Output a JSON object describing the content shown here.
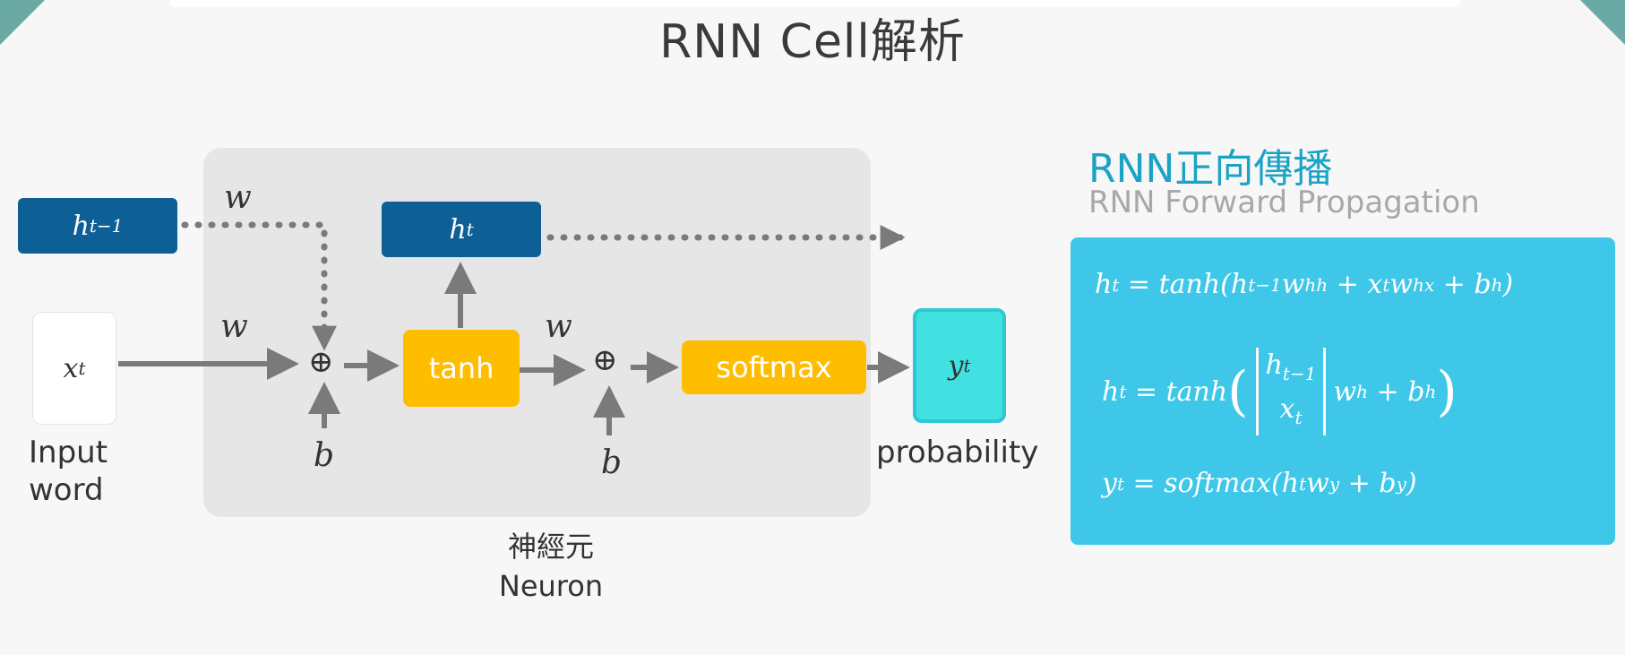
{
  "title": "RNN Cell解析",
  "diagram": {
    "h_prev": "h",
    "h_prev_sub": "t−1",
    "h_t": "h",
    "h_t_sub": "t",
    "x_t": "x",
    "x_t_sub": "t",
    "y_t": "y",
    "y_t_sub": "t",
    "w_label": "w",
    "b_label": "b",
    "plus": "⊕",
    "tanh": "tanh",
    "softmax": "softmax",
    "input_word_line1": "Input",
    "input_word_line2": "word",
    "probability": "probability",
    "neuron_zh": "神經元",
    "neuron_en": "Neuron"
  },
  "side": {
    "title": "RNN正向傳播",
    "subtitle": "RNN Forward Propagation",
    "eq1": "h_t = tanh(h_{t−1}w_{hh} + x_t w_{hx} + b_h)",
    "eq2": "h_t = tanh([h_{t−1}; x_t] w_h + b_h)",
    "eq3": "y_t = softmax(h_t w_y + b_y)"
  },
  "colors": {
    "hidden_box": "#0d5f96",
    "activation": "#ffbd00",
    "output": "#41e1e1",
    "equation_panel": "#3ec7e8",
    "arrow": "#7a7a7a"
  }
}
